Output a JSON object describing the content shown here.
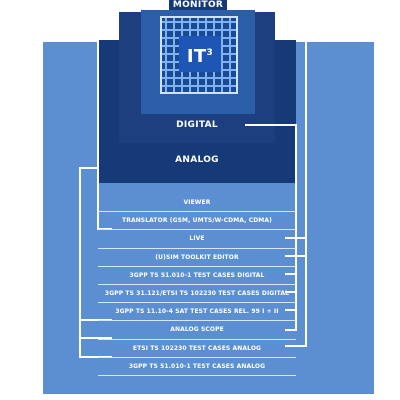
{
  "diagram": {
    "monitor_label": "MONITOR",
    "chip_label": "IT",
    "chip_superscript": "3",
    "digital_label": "DIGITAL",
    "analog_label": "ANALOG",
    "items": [
      "VIEWER",
      "TRANSLATOR (GSM, UMTS/W-CDMA, CDMA)",
      "LIVE",
      "(U)SIM TOOLKIT EDITOR",
      "3GPP TS 51.010-1 TEST CASES DIGITAL",
      "3GPP TS 31.121/ETSI TS 102230 TEST CASES DIGITAL",
      "3GPP TS 11.10-4 SAT TEST CASES REL. 99 I + II",
      "ANALOG SCOPE",
      "ETSI TS 102230 TEST CASES ANALOG",
      "3GPP TS 51.010-1 TEST CASES ANALOG"
    ]
  },
  "colors": {
    "background_panel": "#5b8fd2",
    "analog_box": "#163a78",
    "digital_box": "#1d3f7f",
    "monitor_box": "#2b5ea8",
    "connector_lines": "#ffffff"
  }
}
